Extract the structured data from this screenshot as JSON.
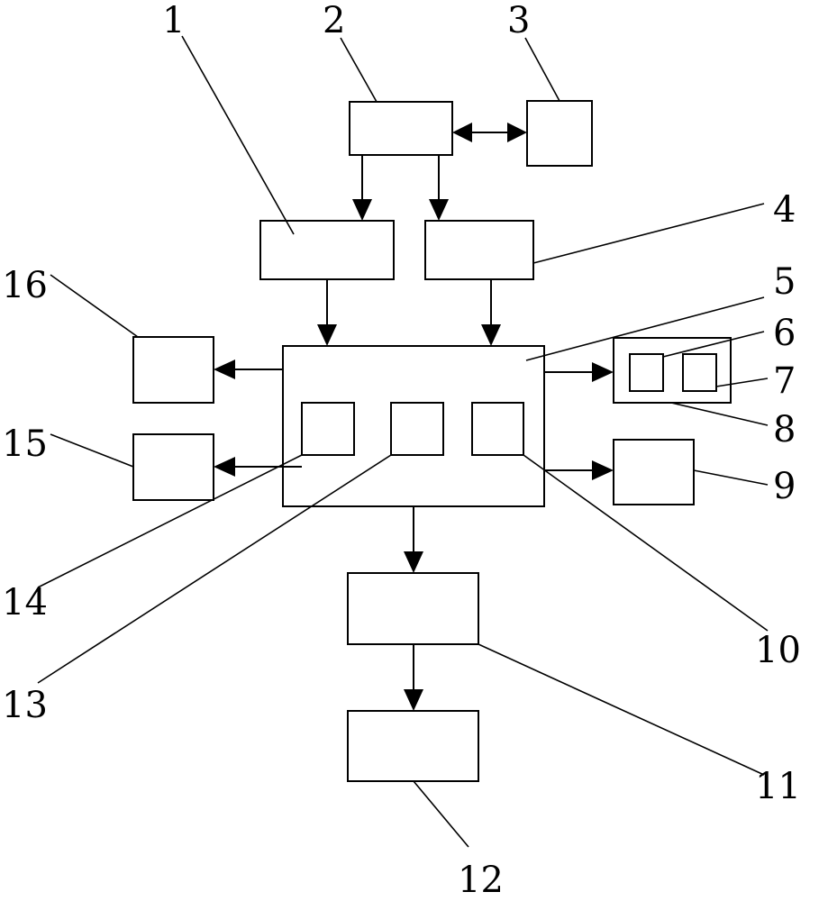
{
  "labels": {
    "n1": "1",
    "n2": "2",
    "n3": "3",
    "n4": "4",
    "n5": "5",
    "n6": "6",
    "n7": "7",
    "n8": "8",
    "n9": "9",
    "n10": "10",
    "n11": "11",
    "n12": "12",
    "n13": "13",
    "n14": "14",
    "n15": "15",
    "n16": "16"
  },
  "colors": {
    "stroke": "#000000",
    "background": "#ffffff"
  }
}
